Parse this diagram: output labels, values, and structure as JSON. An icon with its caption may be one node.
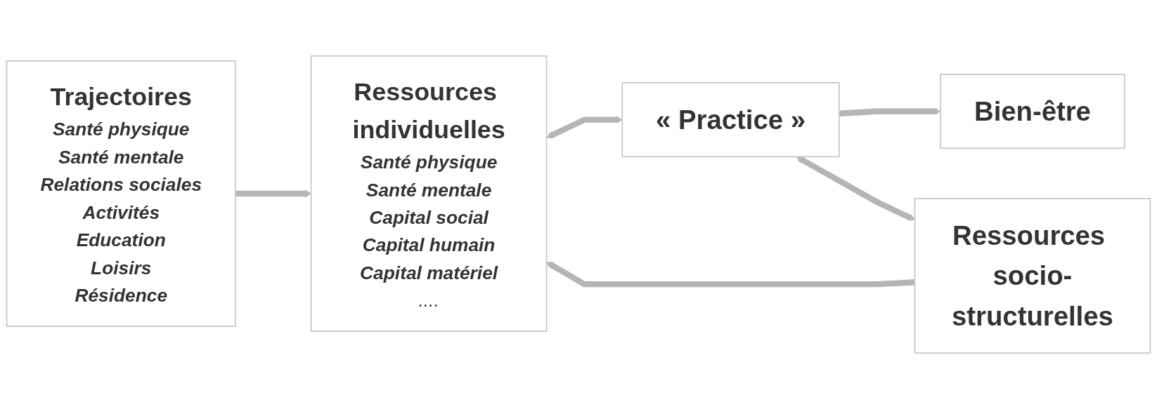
{
  "diagram": {
    "nodes": [
      {
        "text": [
          "Trajectoires",
          "Santé physique",
          "Santé mentale",
          "Relations sociales",
          "Activités",
          "Education",
          "Loisirs",
          "Résidence"
        ]
      },
      {
        "text": [
          "Ressources individuelles",
          "Santé physique",
          "Santé mentale",
          "Capital social",
          "Capital humain",
          "Capital matériel",
          "...."
        ]
      },
      {
        "text": [
          "« Practice »"
        ]
      },
      {
        "text": [
          "Bien-être"
        ]
      },
      {
        "text": [
          "Ressources socio-structurelles"
        ]
      }
    ],
    "edges": [
      {
        "from": 0,
        "to": 1,
        "arrow": "to"
      },
      {
        "from": 1,
        "to": 2,
        "arrow": "both"
      },
      {
        "from": 2,
        "to": 3,
        "arrow": "to"
      },
      {
        "from": 2,
        "to": 4,
        "arrow": "both"
      },
      {
        "from": 4,
        "to": 1,
        "arrow": "to"
      }
    ]
  }
}
